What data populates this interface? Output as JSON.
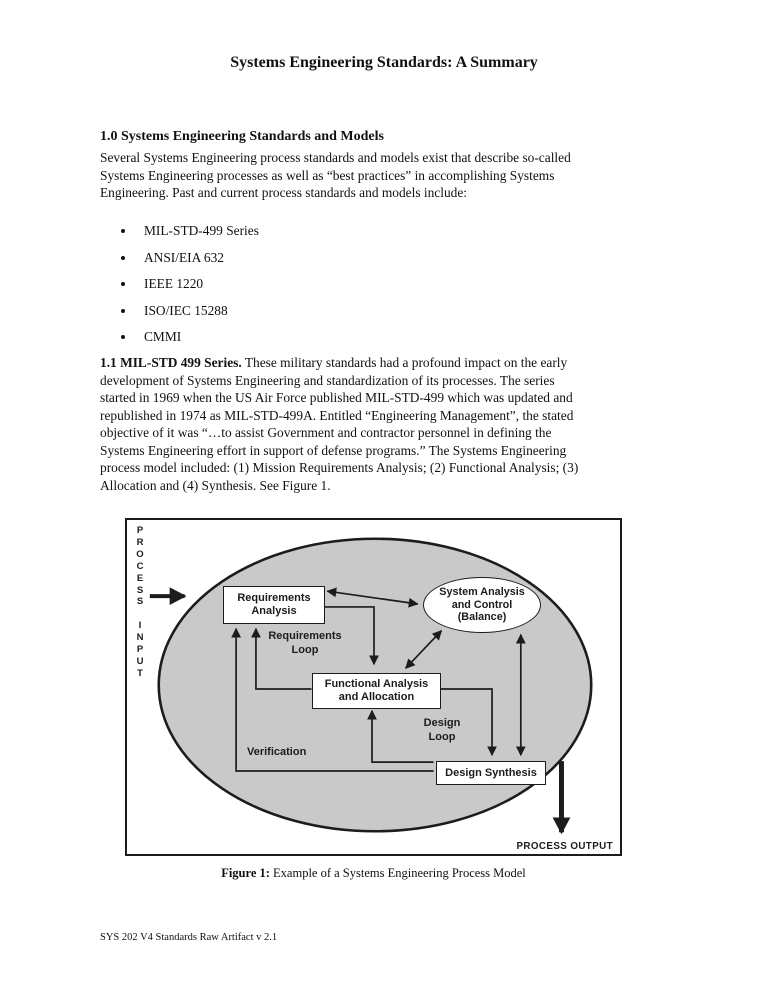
{
  "page": {
    "title": "Systems Engineering Standards: A Summary",
    "section_heading": "1.0 Systems Engineering Standards and Models",
    "intro_paragraph": "Several Systems Engineering process standards and models exist that describe so-called\nSystems Engineering processes as well as “best practices” in accomplishing Systems\nEngineering. Past and current process standards and models include:",
    "bullets": [
      "MIL-STD-499 Series",
      "ANSI/EIA 632",
      "IEEE 1220",
      "ISO/IEC 15288",
      "CMMI"
    ],
    "subsection_lead": "1.1 MIL-STD 499 Series.",
    "subsection_body": " These military standards had a profound impact on the early\ndevelopment of Systems Engineering and standardization of its processes. The series\nstarted in 1969 when the US Air Force published MIL-STD-499 which was updated and\nrepublished in 1974 as MIL-STD-499A. Entitled “Engineering Management”, the stated\nobjective of it was “…to assist Government and contractor personnel in defining the\nSystems Engineering effort in support of defense programs.” The Systems Engineering\nprocess model included: (1) Mission Requirements Analysis; (2) Functional Analysis; (3)\nAllocation and (4) Synthesis. See Figure 1.",
    "caption_label": "Figure 1:",
    "caption_text": " Example of a Systems Engineering Process Model",
    "footer": "SYS 202 V4 Standards Raw Artifact v 2.1"
  },
  "figure": {
    "process_input_vertical": "P\nR\nO\nC\nE\nS\nS\n\nI\nN\nP\nU\nT",
    "process_output": "PROCESS OUTPUT",
    "nodes": {
      "requirements_analysis": "Requirements\nAnalysis",
      "system_analysis": "System Analysis\nand Control\n(Balance)",
      "functional_analysis": "Functional Analysis\nand Allocation",
      "design_synthesis": "Design Synthesis"
    },
    "labels": {
      "requirements_loop": "Requirements\nLoop",
      "design_loop": "Design\nLoop",
      "verification": "Verification"
    },
    "colors": {
      "ellipse_fill": "#c9c9c9",
      "line": "#1c1c1c",
      "node_fill": "#ffffff"
    }
  }
}
